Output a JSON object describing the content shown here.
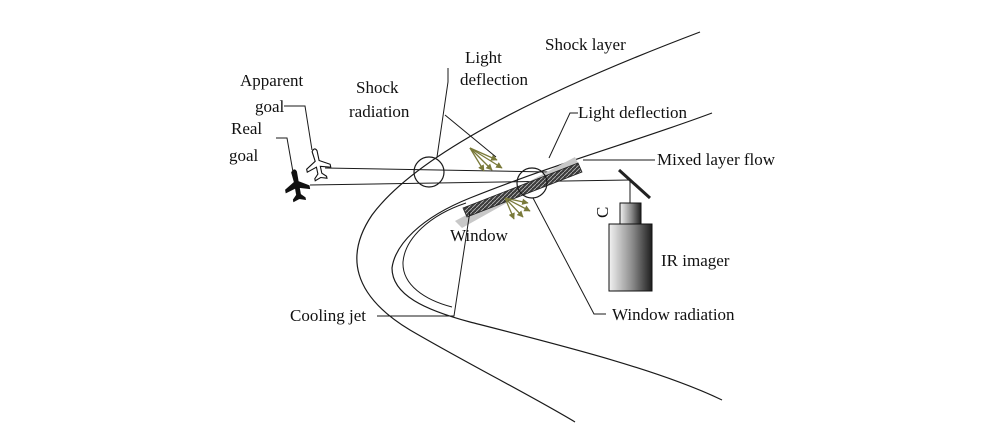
{
  "labels": {
    "shock_layer": "Shock layer",
    "light_deflection_top_1": "Light",
    "light_deflection_top_2": "deflection",
    "apparent_goal_1": "Apparent",
    "apparent_goal_2": "goal",
    "shock_radiation_1": "Shock",
    "shock_radiation_2": "radiation",
    "real_goal_1": "Real",
    "real_goal_2": "goal",
    "light_deflection_right": "Light deflection",
    "mixed_layer_flow": "Mixed layer flow",
    "window": "Window",
    "ir_imager": "IR imager",
    "cooling_jet": "Cooling jet",
    "window_radiation": "Window radiation",
    "lens_mark": "C"
  },
  "colors": {
    "line": "#1a1a1a",
    "arrow": "#7a7a3a",
    "window_fill": "#5a5a5a",
    "gray_band": "#c8c8c8"
  }
}
